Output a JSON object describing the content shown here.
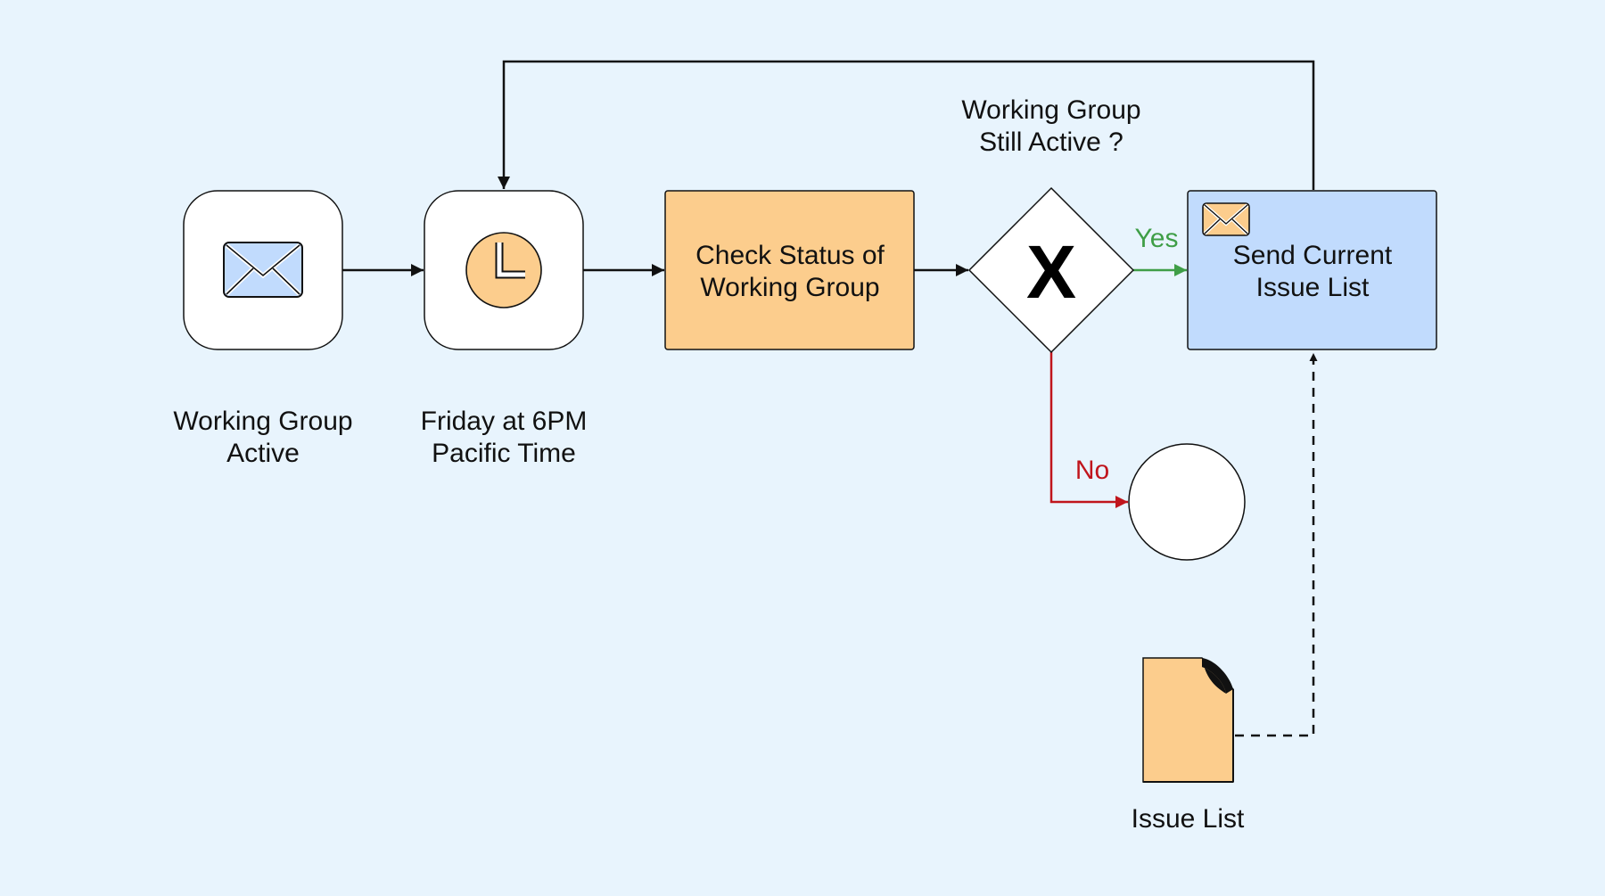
{
  "nodes": {
    "start_event": {
      "label_line1": "Working Group",
      "label_line2": "Active",
      "icon": "envelope-icon"
    },
    "timer_event": {
      "label_line1": "Friday at 6PM",
      "label_line2": "Pacific Time",
      "icon": "clock-icon"
    },
    "check_task": {
      "label_line1": "Check Status of",
      "label_line2": "Working Group"
    },
    "gateway": {
      "question_line1": "Working Group",
      "question_line2": "Still Active ?",
      "symbol": "X"
    },
    "send_task": {
      "label_line1": "Send Current",
      "label_line2": "Issue List",
      "icon": "envelope-icon"
    },
    "end_event": {},
    "data_object": {
      "label": "Issue List",
      "icon": "document-icon"
    }
  },
  "edges": {
    "yes_label": "Yes",
    "no_label": "No"
  },
  "colors": {
    "background": "#e8f4fd",
    "task_orange": "#fccd8d",
    "task_blue": "#c1dbfd",
    "yes_green": "#3f9e47",
    "no_red": "#c0151c",
    "envelope_blue": "#c1dbfd"
  }
}
